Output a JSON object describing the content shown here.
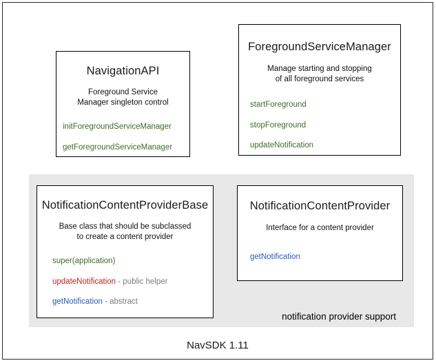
{
  "diagram": {
    "footer_caption": "NavSDK 1.11",
    "group": {
      "label": "notification provider support"
    },
    "boxes": [
      {
        "id": "navigation-api",
        "title": "NavigationAPI",
        "desc_line1": "Foreground Service",
        "desc_line2": "Manager singleton control",
        "methods": [
          {
            "name": "initForegroundServiceManager",
            "note": "",
            "color": "green"
          },
          {
            "name": "getForegroundServiceManager",
            "note": "",
            "color": "green"
          }
        ]
      },
      {
        "id": "foreground-service-manager",
        "title": "ForegroundServiceManager",
        "desc_line1": "Manage starting and stopping",
        "desc_line2": "of all foreground services",
        "methods": [
          {
            "name": "startForeground",
            "note": "",
            "color": "green"
          },
          {
            "name": "stopForeground",
            "note": "",
            "color": "green"
          },
          {
            "name": "updateNotification",
            "note": "",
            "color": "green"
          }
        ]
      },
      {
        "id": "notification-content-provider-base",
        "title": "NotificationContentProviderBase",
        "desc_line1": "Base class that should be subclassed",
        "desc_line2": "to create a content provider",
        "methods": [
          {
            "name": "super(application)",
            "note": "",
            "color": "green"
          },
          {
            "name": "updateNotification",
            "note": " - public helper",
            "color": "red"
          },
          {
            "name": "getNotification",
            "note": " - abstract",
            "color": "blue"
          }
        ]
      },
      {
        "id": "notification-content-provider",
        "title": "NotificationContentProvider",
        "desc_line1": "Interface for a content provider",
        "desc_line2": "",
        "methods": [
          {
            "name": "getNotification",
            "note": "",
            "color": "blue"
          }
        ]
      }
    ],
    "colors": {
      "green": "#3f6b2c",
      "red": "#c02222",
      "blue": "#2a5bb5",
      "note_gray": "#7d7d7d",
      "band_gray": "#e8e8e8",
      "border": "#000000"
    }
  }
}
